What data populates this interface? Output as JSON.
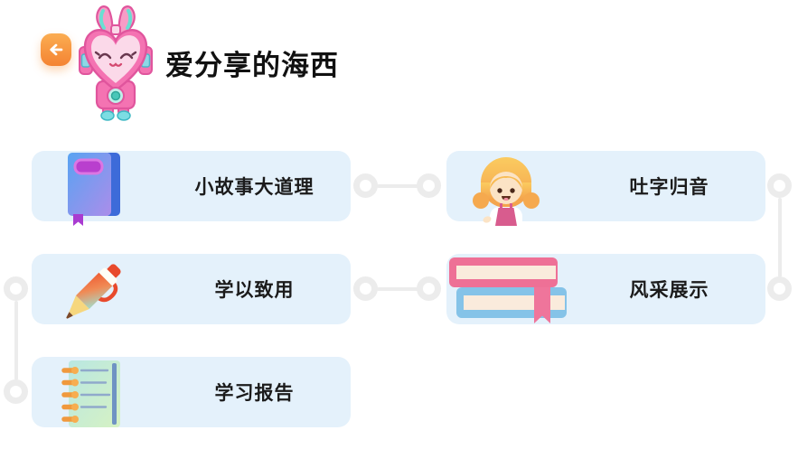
{
  "header": {
    "title": "爱分享的海西",
    "back_icon": "back-arrow-icon",
    "mascot": "haixi-mascot"
  },
  "menu": {
    "items": [
      {
        "label": "小故事大道理",
        "icon": "storybook-icon"
      },
      {
        "label": "吐字归音",
        "icon": "speaking-girl-icon"
      },
      {
        "label": "学以致用",
        "icon": "pen-icon"
      },
      {
        "label": "风采展示",
        "icon": "books-stack-icon"
      },
      {
        "label": "学习报告",
        "icon": "report-notebook-icon"
      }
    ]
  },
  "colors": {
    "page_bg": "#FFFFFF",
    "card_bg": "#E4F1FB",
    "title_text": "#111111",
    "card_text": "#1B1B1B",
    "back_button_gradient_top": "#FBAD52",
    "back_button_gradient_bottom": "#F48332",
    "connector": "#ECECEC"
  }
}
